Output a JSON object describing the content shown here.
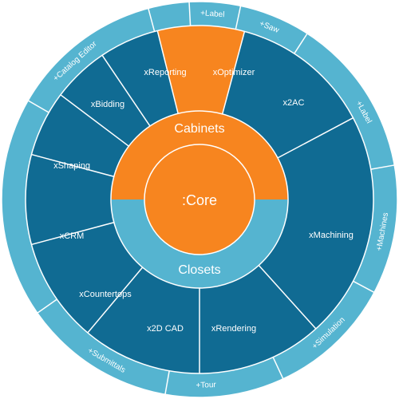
{
  "colors": {
    "outer_ring": "#55b4d0",
    "module_fill": "#106b93",
    "middle_ring": "#55b4d0",
    "accent": "#f7851f",
    "divider": "#ffffff",
    "text": "#ffffff"
  },
  "core": {
    "label": ":Core"
  },
  "inner_ring": [
    {
      "label": "Cabinets",
      "color": "#f7851f"
    },
    {
      "label": "Closets",
      "color": "#55b4d0"
    }
  ],
  "modules": [
    {
      "label": "xOptimizer",
      "highlight": true
    },
    {
      "label": "x2AC",
      "highlight": false
    },
    {
      "label": "xMachining",
      "highlight": false
    },
    {
      "label": "xRendering",
      "highlight": false
    },
    {
      "label": "x2D CAD",
      "highlight": false
    },
    {
      "label": "xCountertops",
      "highlight": false
    },
    {
      "label": "xCRM",
      "highlight": false
    },
    {
      "label": "xShaping",
      "highlight": false
    },
    {
      "label": "xBidding",
      "highlight": false
    },
    {
      "label": "xReporting",
      "highlight": false
    }
  ],
  "addons": [
    {
      "label": "+Label"
    },
    {
      "label": "+Saw"
    },
    {
      "label": "+Label"
    },
    {
      "label": "+Machines"
    },
    {
      "label": "+Simulation"
    },
    {
      "label": "+Tour"
    },
    {
      "label": "+Submittals"
    },
    {
      "label": "+Catalog Editor"
    }
  ]
}
